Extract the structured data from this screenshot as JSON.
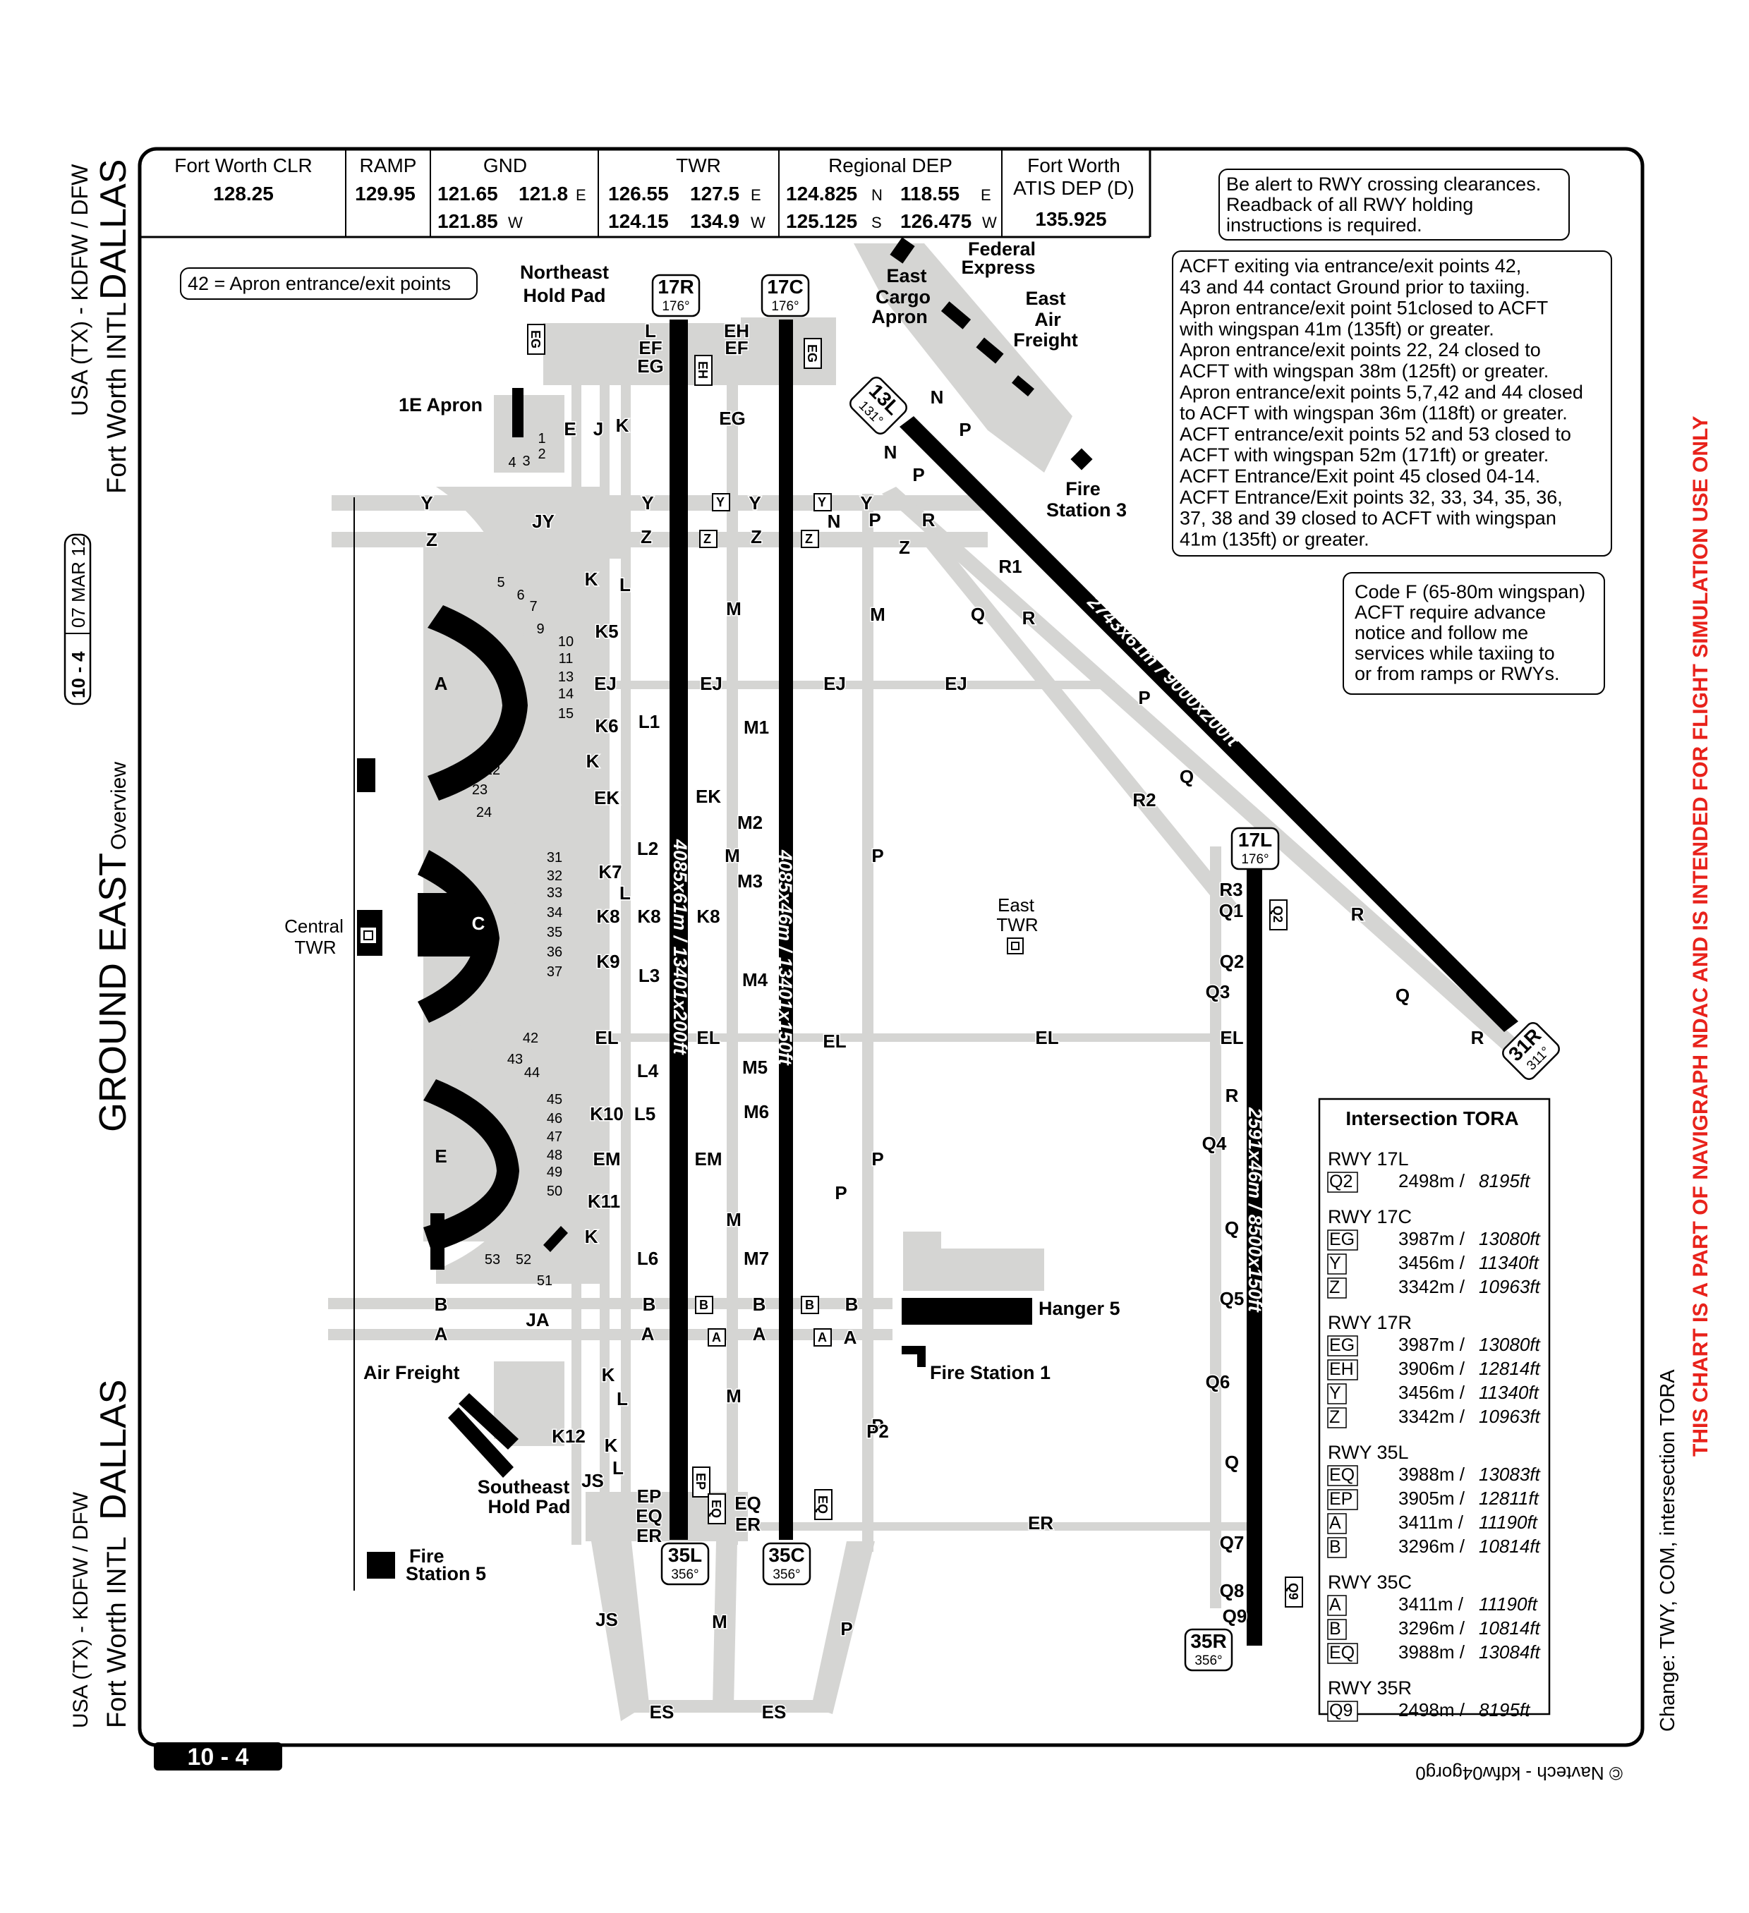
{
  "header": {
    "airport_top": "USA (TX) - KDFW / DFW",
    "city": "DALLAS",
    "airport_name": "Fort Worth INTL",
    "chart_id": "10 - 4",
    "date": "07 MAR 12",
    "chart_title": "GROUND EAST",
    "chart_subtitle": "Overview"
  },
  "frequencies": [
    {
      "name": "Fort Worth CLR",
      "values": [
        "128.25"
      ]
    },
    {
      "name": "RAMP",
      "values": [
        "129.95"
      ]
    },
    {
      "name": "GND",
      "values": [
        "121.65",
        "121.8",
        "E",
        "121.85",
        "W"
      ]
    },
    {
      "name": "TWR",
      "values": [
        "126.55",
        "127.5",
        "E",
        "124.15",
        "134.9",
        "W"
      ]
    },
    {
      "name": "Regional DEP",
      "values": [
        "124.825",
        "N",
        "118.55",
        "E",
        "125.125",
        "S",
        "126.475",
        "W"
      ]
    },
    {
      "name": "Fort Worth",
      "name2": "ATIS DEP (D)",
      "values": [
        "135.925"
      ]
    }
  ],
  "notes": {
    "rwy_crossing": [
      "Be alert to RWY crossing clearances.",
      "Readback of all RWY holding",
      "instructions is required."
    ],
    "acft_exiting": [
      "ACFT exiting via entrance/exit points 42,",
      "43 and 44 contact Ground prior to taxiing.",
      "Apron entrance/exit point 51closed to ACFT",
      "with wingspan 41m (135ft) or greater.",
      "Apron entrance/exit points 22, 24 closed to",
      "ACFT with wingspan 38m (125ft) or greater.",
      "Apron entrance/exit points 5,7,42 and 44 closed",
      "to ACFT with wingspan 36m (118ft) or greater.",
      "ACFT entrance/exit points 52 and 53 closed to",
      "ACFT with wingspan 52m (171ft) or greater.",
      "ACFT Entrance/Exit point 45 closed 04-14.",
      "ACFT Entrance/Exit points 32, 33, 34, 35, 36,",
      "37, 38 and 39 closed to ACFT with wingspan",
      "41m (135ft) or greater."
    ],
    "code_f": [
      "Code F (65-80m wingspan)",
      "ACFT require advance",
      "notice and follow me",
      "services while taxiing to",
      "or from ramps or RWYs."
    ],
    "apron_legend": "42 = Apron entrance/exit points"
  },
  "runways": [
    {
      "id": "17R",
      "hdg": "176°",
      "recip": "35L",
      "recip_hdg": "356°",
      "dims": "4085x61m / 13401x200ft"
    },
    {
      "id": "17C",
      "hdg": "176°",
      "recip": "35C",
      "recip_hdg": "356°",
      "dims": "4085x46m / 13401x150ft"
    },
    {
      "id": "17L",
      "hdg": "176°",
      "recip": "35R",
      "recip_hdg": "356°",
      "dims": "2591x46m / 8500x150ft"
    },
    {
      "id": "13L",
      "hdg": "131°",
      "recip": "31R",
      "recip_hdg": "311°",
      "dims": "2743x61m / 9000x200ft"
    }
  ],
  "places": {
    "ne_hold": [
      "Northeast",
      "Hold Pad"
    ],
    "se_hold": [
      "Southeast",
      "Hold Pad"
    ],
    "apron_1e": "1E Apron",
    "fedex": [
      "Federal",
      "Express"
    ],
    "east_cargo": [
      "East",
      "Cargo",
      "Apron"
    ],
    "east_air_freight": [
      "East",
      "Air",
      "Freight"
    ],
    "fire3": [
      "Fire",
      "Station 3"
    ],
    "fire1": "Fire Station 1",
    "fire5": [
      "Fire",
      "Station 5"
    ],
    "hangar5": "Hanger 5",
    "air_freight": "Air Freight",
    "central_twr": [
      "Central",
      "TWR"
    ],
    "east_twr": [
      "East",
      "TWR"
    ],
    "terminals": [
      "A",
      "C",
      "E"
    ]
  },
  "tora": {
    "title": "Intersection TORA",
    "groups": [
      {
        "rwy": "RWY 17L",
        "rows": [
          {
            "twy": "Q2",
            "m": "2498m /",
            "ft": "8195ft"
          }
        ]
      },
      {
        "rwy": "RWY 17C",
        "rows": [
          {
            "twy": "EG",
            "m": "3987m /",
            "ft": "13080ft"
          },
          {
            "twy": "Y",
            "m": "3456m /",
            "ft": "11340ft"
          },
          {
            "twy": "Z",
            "m": "3342m /",
            "ft": "10963ft"
          }
        ]
      },
      {
        "rwy": "RWY 17R",
        "rows": [
          {
            "twy": "EG",
            "m": "3987m /",
            "ft": "13080ft"
          },
          {
            "twy": "EH",
            "m": "3906m /",
            "ft": "12814ft"
          },
          {
            "twy": "Y",
            "m": "3456m /",
            "ft": "11340ft"
          },
          {
            "twy": "Z",
            "m": "3342m /",
            "ft": "10963ft"
          }
        ]
      },
      {
        "rwy": "RWY 35L",
        "rows": [
          {
            "twy": "EQ",
            "m": "3988m /",
            "ft": "13083ft"
          },
          {
            "twy": "EP",
            "m": "3905m /",
            "ft": "12811ft"
          },
          {
            "twy": "A",
            "m": "3411m /",
            "ft": "11190ft"
          },
          {
            "twy": "B",
            "m": "3296m /",
            "ft": "10814ft"
          }
        ]
      },
      {
        "rwy": "RWY 35C",
        "rows": [
          {
            "twy": "A",
            "m": "3411m /",
            "ft": "11190ft"
          },
          {
            "twy": "B",
            "m": "3296m /",
            "ft": "10814ft"
          },
          {
            "twy": "EQ",
            "m": "3988m /",
            "ft": "13084ft"
          }
        ]
      },
      {
        "rwy": "RWY 35R",
        "rows": [
          {
            "twy": "Q9",
            "m": "2498m /",
            "ft": "8195ft"
          }
        ]
      }
    ]
  },
  "side_text": {
    "disclaimer": "THIS CHART IS A PART OF NAVIGRAPH NDAC AND IS INTENDED FOR FLIGHT SIMULATION USE ONLY",
    "change": "Change:  TWY, COM, intersection TORA",
    "copyright": "© Navtech - kdfw04gorg0"
  },
  "taxiway_labels": [
    "Y",
    "Z",
    "JY",
    "Y",
    "Z",
    "Y",
    "Z",
    "Y",
    "N",
    "P",
    "R",
    "N",
    "P",
    "N",
    "P",
    "Z",
    "R1",
    "Q",
    "R",
    "K",
    "L",
    "K5",
    "EJ",
    "EJ",
    "EJ",
    "EJ",
    "K6",
    "L1",
    "M1",
    "K",
    "EK",
    "EK",
    "M2",
    "L2",
    "M",
    "M3",
    "K7",
    "L",
    "K8",
    "K8",
    "K8",
    "K9",
    "L3",
    "M4",
    "EL",
    "EL",
    "EL",
    "EL",
    "EL",
    "L4",
    "M5",
    "K10",
    "L5",
    "M6",
    "EM",
    "EM",
    "K11",
    "M",
    "K",
    "L6",
    "M7",
    "B",
    "B",
    "B",
    "B",
    "A",
    "A",
    "A",
    "A",
    "JA",
    "K",
    "L",
    "M",
    "P",
    "K12",
    "K",
    "L",
    "JS",
    "EP",
    "EQ",
    "ER",
    "EQ",
    "ER",
    "ER",
    "JS",
    "M",
    "P",
    "ES",
    "ES",
    "E",
    "J",
    "K",
    "L",
    "EF",
    "EG",
    "EH",
    "EF",
    "EG",
    "M",
    "M",
    "P",
    "P",
    "P",
    "P2",
    "P",
    "R2",
    "Q",
    "R",
    "R3",
    "Q1",
    "Q2",
    "Q3",
    "Q",
    "R",
    "R",
    "Q4",
    "Q",
    "Q5",
    "Q6",
    "Q",
    "Q7",
    "Q8",
    "Q9",
    "Q"
  ],
  "hold_boxes": [
    "EG",
    "EH",
    "EG",
    "Y",
    "Z",
    "Y",
    "Z",
    "B",
    "A",
    "B",
    "A",
    "EP",
    "EQ",
    "EQ",
    "Q2",
    "Q9"
  ],
  "gate_numbers": [
    "5",
    "6",
    "7",
    "9",
    "10",
    "11",
    "13",
    "14",
    "15",
    "22",
    "23",
    "24",
    "31",
    "32",
    "33",
    "34",
    "35",
    "36",
    "37",
    "42",
    "43",
    "44",
    "45",
    "46",
    "47",
    "48",
    "49",
    "50",
    "53",
    "52",
    "51",
    "1",
    "2",
    "4",
    "3"
  ]
}
